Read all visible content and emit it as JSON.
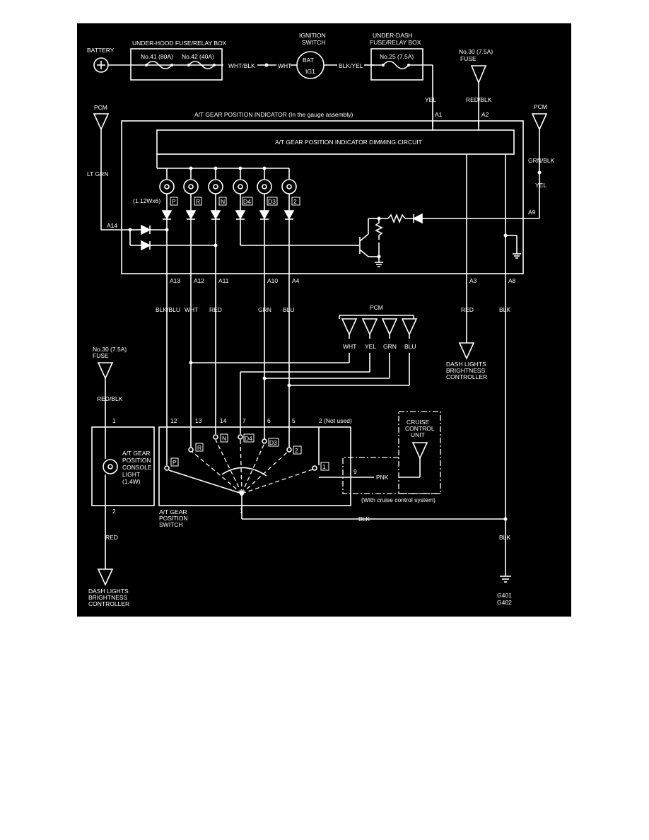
{
  "top": {
    "battery": "BATTERY",
    "underhood_box": "UNDER-HOOD FUSE/RELAY BOX",
    "fuse41": "No.41 (80A)",
    "fuse42": "No.42 (40A)",
    "wht_blk": "WHT/BLK",
    "wht": "WHT",
    "ignition_1": "IGNITION",
    "ignition_2": "SWITCH",
    "bat": "BAT",
    "ig1": "IG1",
    "blk_yel": "BLK/YEL",
    "underdash_1": "UNDER-DASH",
    "underdash_2": "FUSE/RELAY BOX",
    "fuse25": "No.25 (7.5A)",
    "fuse30_a": "No.30 (7.5A)",
    "fuse30_b": "FUSE",
    "yel": "YEL",
    "red_blk": "RED/BLK",
    "a1": "A1",
    "a2": "A2"
  },
  "indicator": {
    "title": "A/T GEAR POSITION INDICATOR (In the gauge assembly)",
    "dimming": "A/T GEAR POSITION INDICATOR DIMMING CIRCUIT",
    "pcm_left": "PCM",
    "lt_grn": "LT GRN",
    "pcm_right": "PCM",
    "grn_blk": "GRN/BLK",
    "yel": "YEL",
    "a9": "A9",
    "a14": "A14",
    "bulb_rating": "(1.12Wx6)",
    "gears": [
      "P",
      "R",
      "N",
      "D4",
      "D3",
      "2"
    ],
    "pins": [
      "A13",
      "A12",
      "A11",
      "A10",
      "A4",
      "A3",
      "A8"
    ]
  },
  "wires": {
    "blk_blu": "BLK/BLU",
    "wht": "WHT",
    "red": "RED",
    "grn": "GRN",
    "blu": "BLU",
    "red2": "RED",
    "blk": "BLK"
  },
  "pcm_mid": {
    "label": "PCM",
    "wires": [
      "WHT",
      "YEL",
      "GRN",
      "BLU"
    ]
  },
  "dash_right": [
    "DASH LIGHTS",
    "BRIGHTNESS",
    "CONTROLLER"
  ],
  "console": {
    "fuse_a": "No.30 (7.5A)",
    "fuse_b": "FUSE",
    "red_blk": "RED/BLK",
    "pin1": "1",
    "pin2": "2",
    "label": [
      "A/T GEAR",
      "POSITION",
      "CONSOLE",
      "LIGHT",
      "(1.4W)"
    ],
    "red": "RED",
    "dash": [
      "DASH LIGHTS",
      "BRIGHTNESS",
      "CONTROLLER"
    ]
  },
  "switch": {
    "pins": [
      "12",
      "13",
      "14",
      "7",
      "6",
      "5",
      "2 (Not used)"
    ],
    "gears": [
      "P",
      "R",
      "N",
      "D4",
      "D3",
      "2",
      "1"
    ],
    "pin1": "1",
    "pin9": "9",
    "label": [
      "A/T GEAR",
      "POSITION",
      "SWITCH"
    ],
    "blk": "BLK"
  },
  "cruise": {
    "label": [
      "CRUISE",
      "CONTROL",
      "UNIT"
    ],
    "pnk": "PNK",
    "note": "(With cruise control system)"
  },
  "ground": {
    "blk": "BLK",
    "g1": "G401",
    "g2": "G402"
  },
  "colors": {
    "background": "#000000",
    "line": "#ffffff"
  }
}
